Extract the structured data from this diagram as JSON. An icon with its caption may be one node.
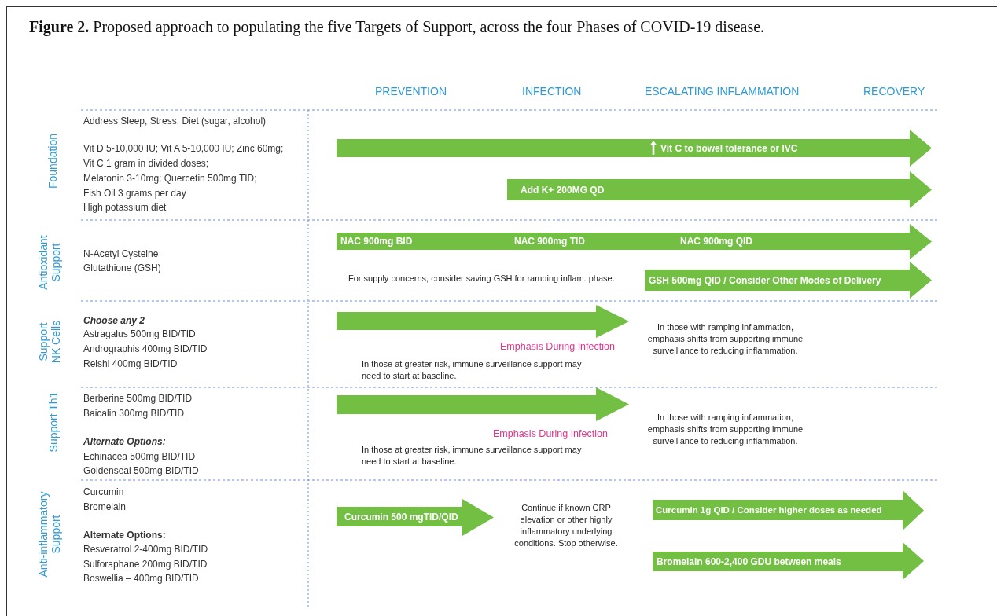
{
  "diagram": {
    "title": "**Figure 2.** Proposed approach to populating the five Targets of Support, across the four Phases of COVID-19 disease.",
    "nodes": [
      {
        "text": [
          "Vit C to bowel tolerance or IVC"
        ]
      },
      {
        "text": [
          "Add K+ 200MG QD"
        ]
      },
      {
        "text": [
          "NAC 900mg BID",
          "NAC 900mg TID",
          "NAC 900mg QID"
        ]
      },
      {
        "text": [
          "GSH 500mg QID / Consider Other Modes of Delivery"
        ]
      },
      {
        "text": [],
        "shape": "arrow",
        "beside": [
          "Emphasis During Infection"
        ]
      },
      {
        "text": [],
        "shape": "arrow",
        "beside": [
          "Emphasis During Infection"
        ]
      },
      {
        "text": [
          "Curcumin 500 mgTID/QID"
        ]
      },
      {
        "text": [
          "Curcumin 1g QID / Consider higher doses as needed"
        ]
      },
      {
        "text": [
          "Bromelain 600-2,400 GDU between meals"
        ]
      }
    ],
    "labels": [
      "PREVENTION",
      "INFECTION",
      "ESCALATING INFLAMMATION",
      "RECOVERY",
      "Foundation",
      "Address Sleep, Stress, Diet (sugar, alcohol)",
      "Vit D 5-10,000 IU;  Vit A 5-10,000 IU;  Zinc 60mg;",
      "Vit C 1 gram in divided doses;",
      "Melatonin 3-10mg;  Quercetin 500mg TID;",
      "Fish Oil 3 grams per day",
      "High potassium diet",
      "Antioxidant Support",
      "N-Acetyl Cysteine",
      "Glutathione (GSH)",
      "For supply concerns, consider saving GSH for ramping inflam. phase.",
      "Support NK Cells",
      "Choose any 2",
      "Astragalus 500mg BID/TID",
      "Andrographis 400mg BID/TID",
      "Reishi 400mg BID/TID",
      "In those at greater risk, immune surveillance support may need to start at baseline.",
      "In those with ramping inflammation, emphasis shifts from supporting immune surveillance to reducing inflammation.",
      "Support Th1",
      "Berberine 500mg BID/TID",
      "Baicalin 300mg BID/TID",
      "Alternate Options:",
      "Echinacea 500mg BID/TID",
      "Goldenseal 500mg BID/TID",
      "In those at greater risk, immune surveillance support may need to start at baseline.",
      "In those with ramping inflammation, emphasis shifts from supporting immune surveillance to reducing inflammation.",
      "Anti-inflammatory Support",
      "Curcumin",
      "Bromelain",
      "Alternate Options:",
      "Resveratrol 2-400mg BID/TID",
      "Sulforaphane 200mg BID/TID",
      "Boswellia – 400mg BID/TID",
      "Continue if known CRP elevation or other highly inflammatory underlying conditions. Stop otherwise."
    ]
  }
}
